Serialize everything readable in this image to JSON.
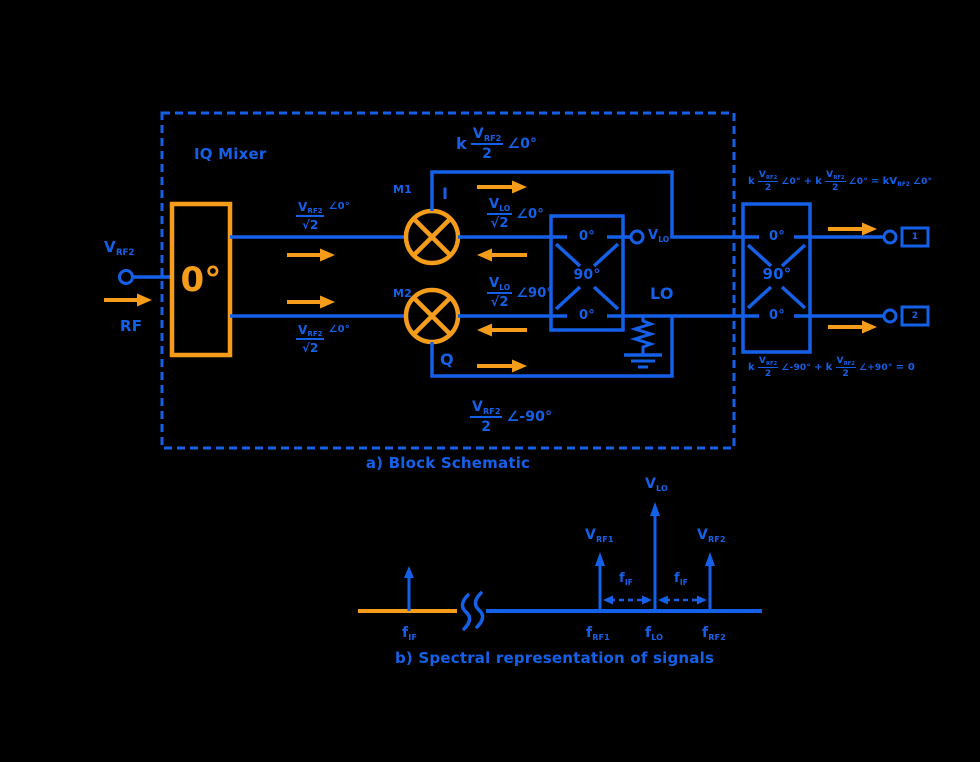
{
  "colors": {
    "blue": "#1560E8",
    "orange": "#F59D1A",
    "background": "#000000"
  },
  "block": {
    "caption": "a) Block Schematic",
    "title": "IQ Mixer",
    "input": {
      "v": "V",
      "v_sub": "RF2",
      "rf": "RF"
    },
    "splitter_label": "0°",
    "m1": "M1",
    "m2": "M2",
    "i_label": "I",
    "q_label": "Q",
    "lo_label": "LO",
    "vlo_port": {
      "v": "V",
      "sub": "LO"
    },
    "lo_hybrid": {
      "top": "0°",
      "mid": "90°",
      "bot": "0°"
    },
    "out_hybrid": {
      "top": "0°",
      "mid": "90°",
      "bot": "0°"
    },
    "port1": "1",
    "port2": "2",
    "rf_split_top": {
      "num": "V",
      "sub": "RF2",
      "angle": "∠0°",
      "den": "√2"
    },
    "rf_split_bot": {
      "num": "V",
      "sub": "RF2",
      "angle": "∠0°",
      "den": "√2"
    },
    "if_i": {
      "k": "k",
      "num": "V",
      "sub": "RF2",
      "den": "2",
      "angle": "∠0°"
    },
    "if_q": {
      "num": "V",
      "sub": "RF2",
      "den": "2",
      "angle": "∠-90°"
    },
    "lo_i": {
      "num": "V",
      "sub": "LO",
      "den": "√2",
      "angle": "∠0°"
    },
    "lo_q": {
      "num": "V",
      "sub": "LO",
      "den": "√2",
      "angle": "∠90°"
    },
    "sum1": {
      "k1": "k",
      "f1num": "V",
      "f1sub": "RF2",
      "f1den": "2",
      "a1": "∠0°",
      "plus": "+",
      "k2": "k",
      "f2num": "V",
      "f2sub": "RF2",
      "f2den": "2",
      "a2": "∠0°",
      "eq": "=",
      "ekv": "kV",
      "esub": "RF2",
      "eangle": "∠0°"
    },
    "sum2": {
      "k1": "k",
      "f1num": "V",
      "f1sub": "RF2",
      "f1den": "2",
      "a1": "∠-90°",
      "plus": "+",
      "k2": "k",
      "f2num": "V",
      "f2sub": "RF2",
      "f2den": "2",
      "a2": "∠+90°",
      "eq": "= 0"
    }
  },
  "spectrum": {
    "caption": "b) Spectral representation of signals",
    "vlo": {
      "v": "V",
      "sub": "LO"
    },
    "vrf1": {
      "v": "V",
      "sub": "RF1"
    },
    "vrf2": {
      "v": "V",
      "sub": "RF2"
    },
    "fif_left": {
      "f": "f",
      "sub": "IF"
    },
    "fif_gap1": {
      "f": "f",
      "sub": "IF"
    },
    "fif_gap2": {
      "f": "f",
      "sub": "IF"
    },
    "frf1": {
      "f": "f",
      "sub": "RF1"
    },
    "flo": {
      "f": "f",
      "sub": "LO"
    },
    "frf2": {
      "f": "f",
      "sub": "RF2"
    }
  }
}
